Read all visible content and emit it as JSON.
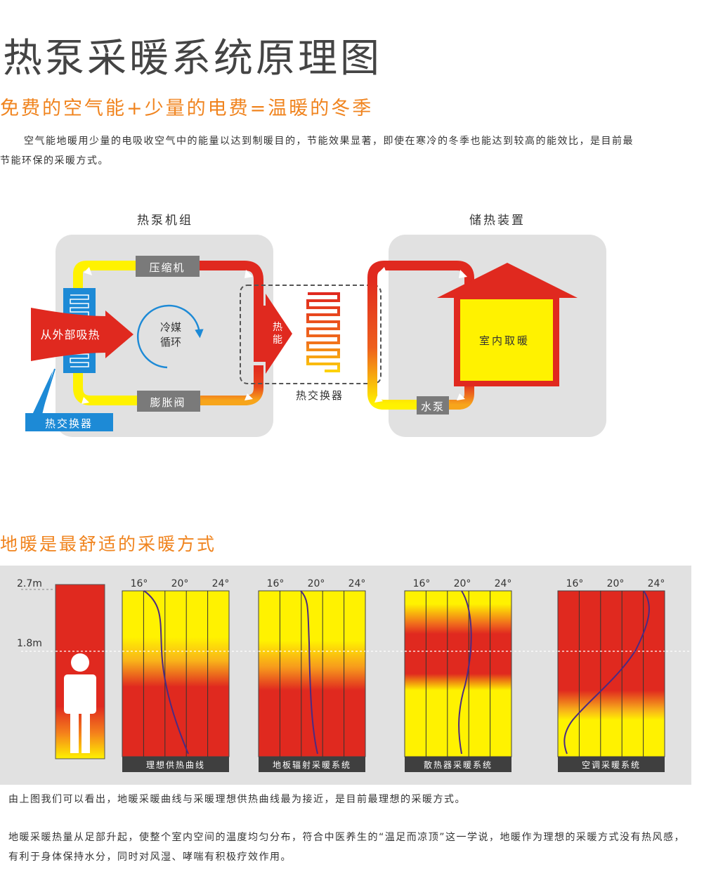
{
  "title": "热泵采暖系统原理图",
  "subtitle": "免费的空气能+少量的电费=温暖的冬季",
  "intro": {
    "line1": "空气能地暖用少量的电吸收空气中的能量以达到制暖目的，节能效果显著，即使在寒冷的冬季也能达到较高的能效比，是目前最",
    "line2": "节能环保的采暖方式。"
  },
  "diagram": {
    "heat_pump_unit": "热泵机组",
    "storage_unit": "储热装置",
    "compressor": "压缩机",
    "expansion_valve": "膨胀阀",
    "absorb_heat": "从外部吸热",
    "refrigerant": [
      "冷媒",
      "循环"
    ],
    "heat_energy": [
      "热",
      "能"
    ],
    "heat_exchanger_left": "热交换器",
    "heat_exchanger_mid": "热交换器",
    "water_pump": "水泵",
    "indoor_heating": "室内取暖"
  },
  "section2": {
    "title": "地暖是最舒适的采暖方式",
    "heights": [
      "2.7m",
      "1.8m"
    ],
    "temps": [
      "16°",
      "20°",
      "24°"
    ],
    "panels": [
      {
        "label": "理想供热曲线"
      },
      {
        "label": "地板辐射采暖系统"
      },
      {
        "label": "散热器采暖系统"
      },
      {
        "label": "空调采暖系统"
      }
    ]
  },
  "footer": {
    "line1": "由上图我们可以看出，地暖采暖曲线与采暖理想供热曲线最为接近，是目前最理想的采暖方式。",
    "line2": "地暖采暖热量从足部升起，使整个室内空间的温度均匀分布，符合中医养生的“温足而凉顶”这一学说，地暖作为理想的采暖方式没有热风感，",
    "line3": "有利于身体保持水分，同时对风湿、哮喘有积极疗效作用。"
  },
  "colors": {
    "orange": "#f0841f",
    "red": "#e0291f",
    "yellow": "#fff200",
    "blue": "#1d8ad6",
    "gray_box": "#e1e1e1",
    "purple": "#4b2a83"
  }
}
